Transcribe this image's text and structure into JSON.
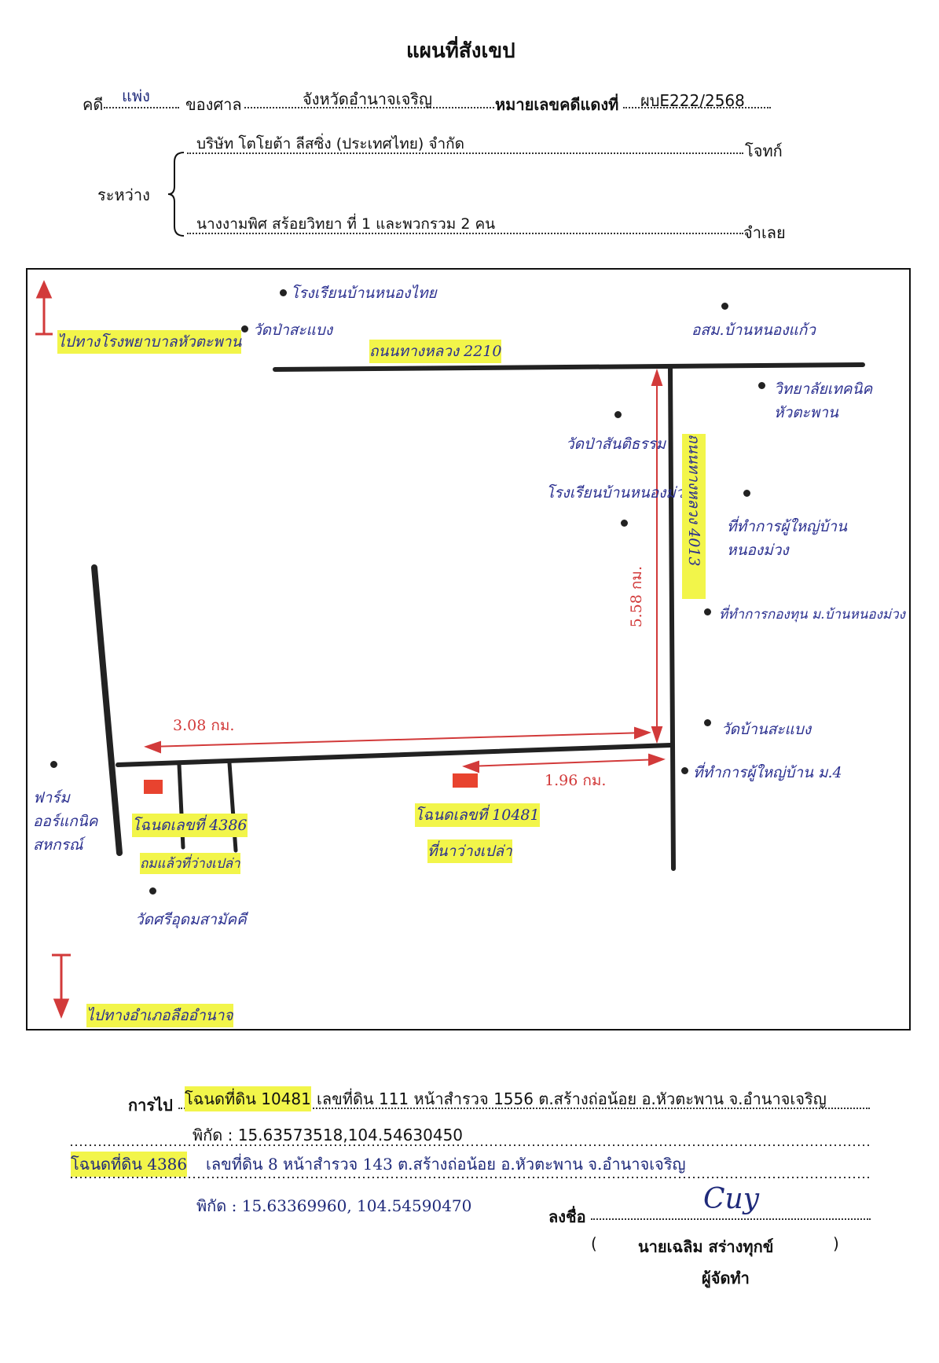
{
  "header": {
    "title": "แผนที่สังเขป",
    "case_label": "คดี",
    "case_type": "แพ่ง",
    "court_label": "ของศาล",
    "court_name": "จังหวัดอำนาจเจริญ",
    "red_case_label": "หมายเลขคดีแดงที่",
    "red_case_no": "ผบE222/2568",
    "between_label": "ระหว่าง",
    "plaintiff_name": "บริษัท โตโยต้า ลีสซิ่ง (ประเทศไทย) จำกัด",
    "plaintiff_role": "โจทก์",
    "defendant_name": "นางงามพิศ สร้อยวิทยา ที่ 1 และพวกรวม 2 คน",
    "defendant_role": "จำเลย"
  },
  "map": {
    "labels": {
      "school_top": "โรงเรียนบ้านหนองไทย",
      "temple_top": "วัดป่าสะแบง",
      "to_north": "ไปทางโรงพยาบาลหัวตะพาน",
      "road_2210": "ถนนทางหลวง 2210",
      "health_center": "อสม.บ้านหนองแก้ว",
      "college": "วิทยาลัยเทคนิค หัวตะพาน",
      "temple_mid": "วัดป่าสันติธรรม",
      "school_mid": "โรงเรียนบ้านหนองม่วง",
      "road_4013": "ถนนทางหลวง 4013",
      "village_head_office": "ที่ทำการผู้ใหญ่บ้าน หนองม่วง",
      "village_fund": "ที่ทำการกองทุน ม.บ้านหนองม่วง",
      "dist_vertical": "5.58 กม.",
      "dist_left": "3.08 กม.",
      "temple_low": "วัดบ้านสะแบง",
      "dist_short": "1.96 กม.",
      "village_office_4": "ที่ทำการผู้ใหญ่บ้าน ม.4",
      "market": "ฟาร์มออร์แกนิค สหกรณ์",
      "deed_4386": "โฉนดเลขที่ 4386",
      "deed_4386_status": "ถมแล้วที่ว่างเปล่า",
      "temple_bottom": "วัดศรีอุดมสามัคคี",
      "deed_10481": "โฉนดเลขที่ 10481",
      "deed_10481_status": "ที่นาว่างเปล่า",
      "to_south": "ไปทางอำเภอลืออำนาจ"
    }
  },
  "directions": {
    "label": "การไป",
    "line1_deed": "โฉนดที่ดิน 10481",
    "line1_rest": "เลขที่ดิน 111 หน้าสำรวจ 1556 ต.สร้างถ่อน้อย อ.หัวตะพาน จ.อำนาจเจริญ",
    "line1_coords": "พิกัด : 15.63573518,104.54630450",
    "line2_deed": "โฉนดที่ดิน 4386",
    "line2_rest": "เลขที่ดิน 8 หน้าสำรวจ 143 ต.สร้างถ่อน้อย อ.หัวตะพาน จ.อำนาจเจริญ",
    "line2_coords": "พิกัด : 15.63369960, 104.54590470"
  },
  "signature": {
    "sign_label": "ลงชื่อ",
    "signature_mark": "Cuy",
    "open_paren": "(",
    "name": "นายเฉลิม สร่างทุกข์",
    "close_paren": ")",
    "role": "ผู้จัดทำ"
  }
}
